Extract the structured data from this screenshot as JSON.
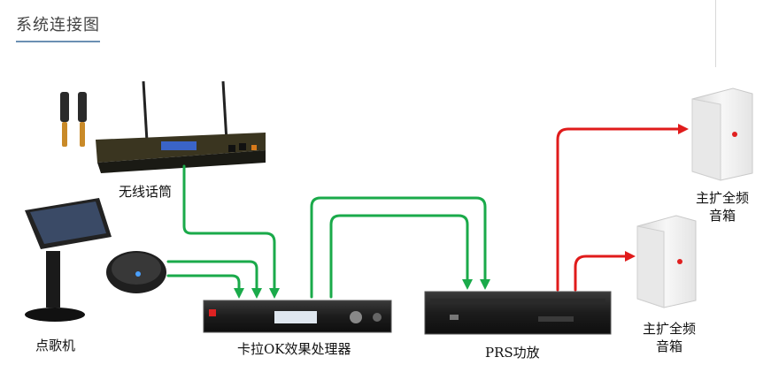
{
  "title": "系统连接图",
  "devices": {
    "wireless_mic": {
      "label": "无线话筒"
    },
    "song_selector": {
      "label": "点歌机"
    },
    "karaoke_processor": {
      "label": "卡拉OK效果处理器"
    },
    "amplifier": {
      "label": "PRS功放"
    },
    "speaker_top": {
      "label": "主扩全频音箱"
    },
    "speaker_bottom": {
      "label": "主扩全频音箱"
    }
  },
  "colors": {
    "signal_line": "#1aaa4a",
    "speaker_line": "#e01b1b",
    "heading_underline": "#6b8fb3"
  }
}
